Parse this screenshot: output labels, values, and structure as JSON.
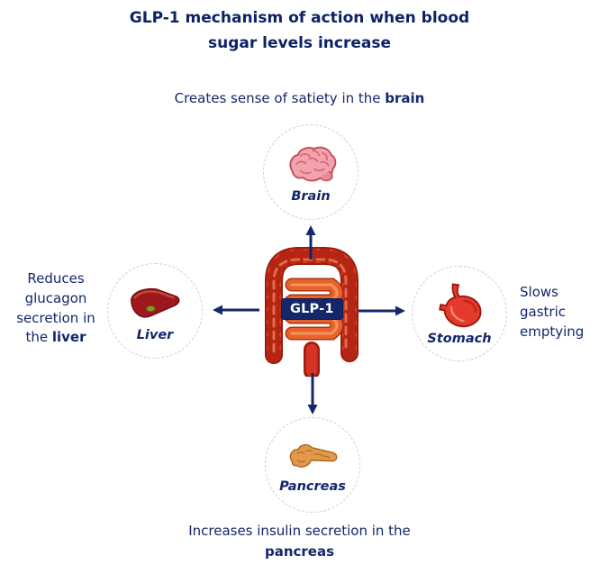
{
  "title": "GLP-1 mechanism of action when blood sugar levels increase",
  "center": {
    "label": "GLP-1"
  },
  "nodes": {
    "brain": {
      "label": "Brain"
    },
    "liver": {
      "label": "Liver"
    },
    "stomach": {
      "label": "Stomach"
    },
    "pancreas": {
      "label": "Pancreas"
    }
  },
  "annotations": {
    "brain": {
      "text": "Creates sense of satiety in the ",
      "bold": "brain"
    },
    "liver": {
      "text": "Reduces glucagon secretion in the ",
      "bold": "liver"
    },
    "stomach": {
      "text": "Slows gastric emptying",
      "bold": ""
    },
    "pancreas": {
      "text": "Increases insulin secretion in the ",
      "bold": "pancreas"
    }
  },
  "colors": {
    "primary_navy": "#14276b",
    "badge_background": "#14276b",
    "badge_text": "#ffffff",
    "arrow": "#14276b"
  }
}
